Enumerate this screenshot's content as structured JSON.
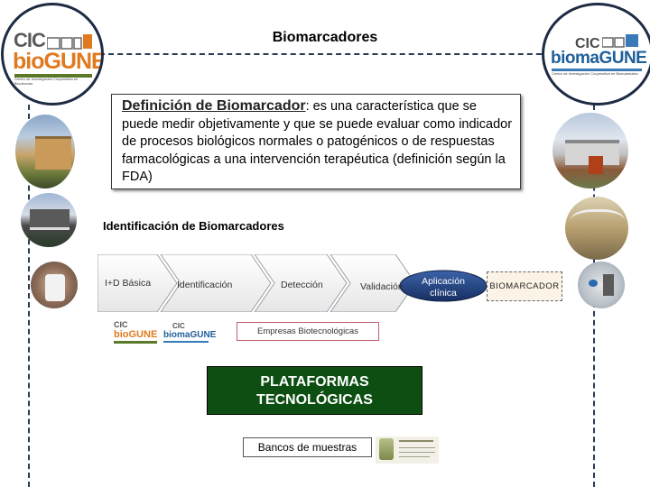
{
  "header": {
    "title": "Biomarcadores"
  },
  "logo_left": {
    "line1": "CIC",
    "line2": "bioGUNE",
    "tagline": "Centro de Investigación Cooperativa en Biociencias"
  },
  "logo_right": {
    "line1": "CIC",
    "line2": "biomaGUNE",
    "tagline": "Centro de Investigación Cooperativa en Biomateriales"
  },
  "definition": {
    "term": "Definición de Biomarcador",
    "text": ": es una característica que se puede medir objetivamente y que se puede evaluar como indicador de procesos biológicos normales o patogénicos o de respuestas farmacológicas a una intervención terapéutica (definición según la FDA)"
  },
  "identification_title": "Identificación de Biomarcadores",
  "pipeline": {
    "steps": [
      "I+D Básica",
      "Identificación",
      "Detección",
      "Validación"
    ],
    "application": "Aplicación clínica",
    "result": "BIOMARCADOR"
  },
  "empresas": "Empresas Biotecnológicas",
  "plataformas": {
    "line1": "PLATAFORMAS",
    "line2": "TECNOLÓGICAS"
  },
  "bancos": "Bancos de muestras",
  "colors": {
    "dark_navy": "#1d2b44",
    "platform_green": "#0d4f12",
    "application_blue": "#1f3f7a",
    "chevron_fill": "#f0f0f0"
  }
}
